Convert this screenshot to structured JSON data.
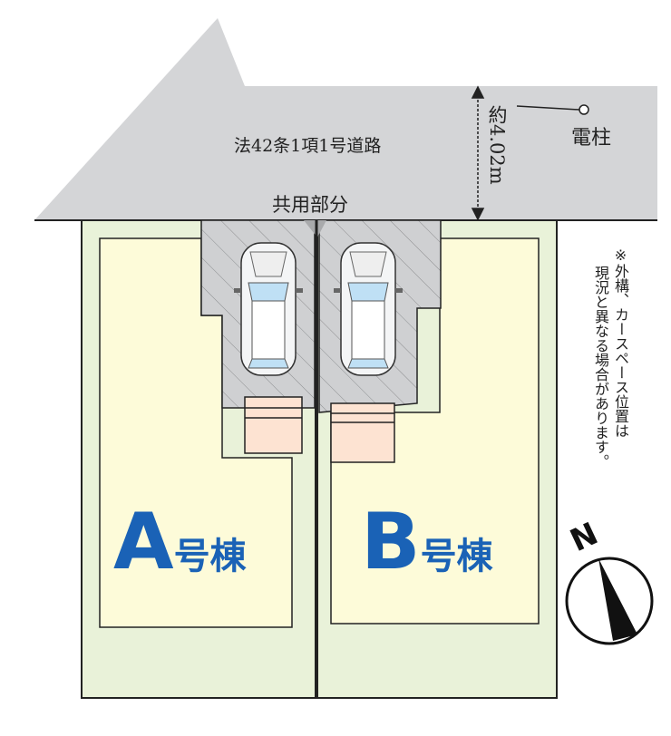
{
  "road": {
    "label": "法42条1項1号道路",
    "width_label": "約4.02m"
  },
  "shared_area": {
    "label": "共用部分"
  },
  "utility_pole": {
    "label": "電柱",
    "icon": "pole-icon"
  },
  "buildings": [
    {
      "letter": "A",
      "suffix": "号棟"
    },
    {
      "letter": "B",
      "suffix": "号棟"
    }
  ],
  "note": {
    "line1": "※外構、カースペース位置は",
    "line2": "現況と異なる場合があります。"
  },
  "compass": {
    "label": "N",
    "icon": "north-arrow-icon"
  },
  "colors": {
    "road": "#d4d5d7",
    "lot": "#e9f2d9",
    "building": "#fdfbd9",
    "parking": "#cfd0d2",
    "steps": "#fde3d2",
    "accent": "#1a62b6"
  }
}
